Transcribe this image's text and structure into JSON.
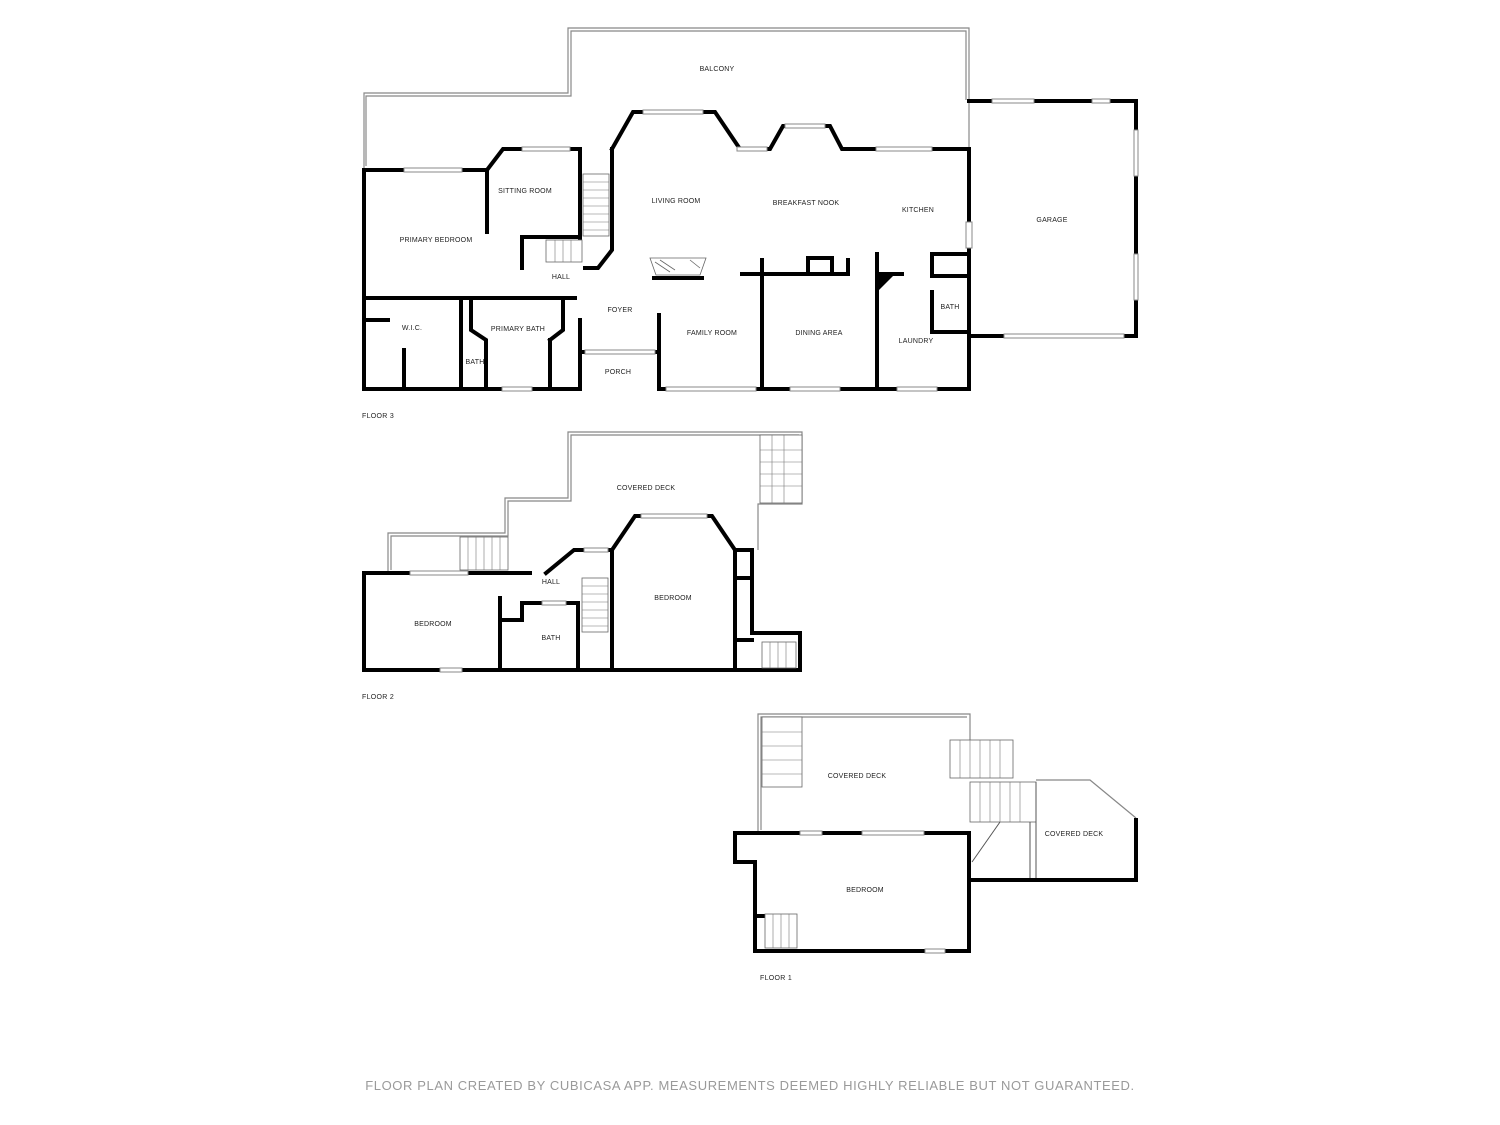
{
  "floors": [
    {
      "id": "floor3",
      "label": "FLOOR 3",
      "rooms": {
        "balcony": "BALCONY",
        "sitting_room": "SITTING ROOM",
        "living_room": "LIVING ROOM",
        "breakfast_nook": "BREAKFAST NOOK",
        "kitchen": "KITCHEN",
        "garage": "GARAGE",
        "primary_bedroom": "PRIMARY BEDROOM",
        "hall": "HALL",
        "foyer": "FOYER",
        "family_room": "FAMILY ROOM",
        "dining_area": "DINING AREA",
        "bath_kitchen": "BATH",
        "laundry": "LAUNDRY",
        "wic": "W.I.C.",
        "primary_bath": "PRIMARY BATH",
        "bath": "BATH",
        "porch": "PORCH"
      }
    },
    {
      "id": "floor2",
      "label": "FLOOR 2",
      "rooms": {
        "covered_deck": "COVERED DECK",
        "hall": "HALL",
        "bedroom_left": "BEDROOM",
        "bath": "BATH",
        "bedroom_right": "BEDROOM"
      }
    },
    {
      "id": "floor1",
      "label": "FLOOR 1",
      "rooms": {
        "covered_deck_main": "COVERED DECK",
        "covered_deck_side": "COVERED DECK",
        "bedroom": "BEDROOM"
      }
    }
  ],
  "footer": "FLOOR PLAN CREATED BY CUBICASA APP. MEASUREMENTS DEEMED HIGHLY RELIABLE BUT NOT GUARANTEED."
}
